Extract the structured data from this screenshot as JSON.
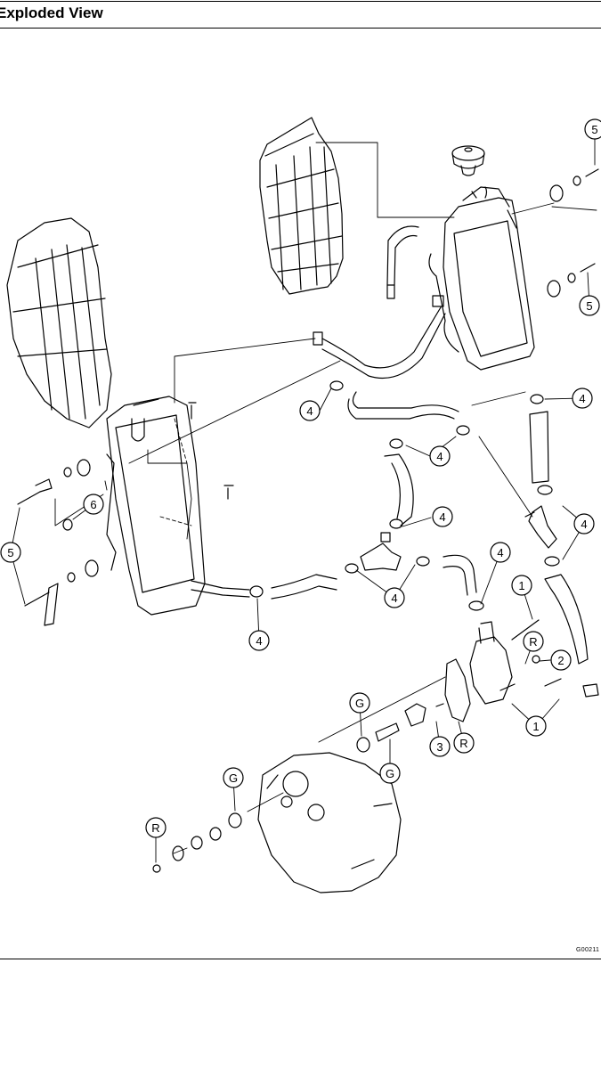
{
  "header": {
    "title": "Exploded View"
  },
  "figure": {
    "code": "G00211"
  },
  "callouts": [
    {
      "id": "c5a",
      "label": "5"
    },
    {
      "id": "c5b",
      "label": "5"
    },
    {
      "id": "c5c",
      "label": "5"
    },
    {
      "id": "c6",
      "label": "6"
    },
    {
      "id": "c4a",
      "label": "4"
    },
    {
      "id": "c4b",
      "label": "4"
    },
    {
      "id": "c4c",
      "label": "4"
    },
    {
      "id": "c4d",
      "label": "4"
    },
    {
      "id": "c4e",
      "label": "4"
    },
    {
      "id": "c4f",
      "label": "4"
    },
    {
      "id": "c4g",
      "label": "4"
    },
    {
      "id": "c4h",
      "label": "4"
    },
    {
      "id": "c1a",
      "label": "1"
    },
    {
      "id": "c1b",
      "label": "1"
    },
    {
      "id": "cR1",
      "label": "R"
    },
    {
      "id": "c2",
      "label": "2"
    },
    {
      "id": "cG1",
      "label": "G"
    },
    {
      "id": "c3",
      "label": "3"
    },
    {
      "id": "cR2",
      "label": "R"
    },
    {
      "id": "cG2",
      "label": "G"
    },
    {
      "id": "cG3",
      "label": "G"
    },
    {
      "id": "cR3",
      "label": "R"
    }
  ]
}
